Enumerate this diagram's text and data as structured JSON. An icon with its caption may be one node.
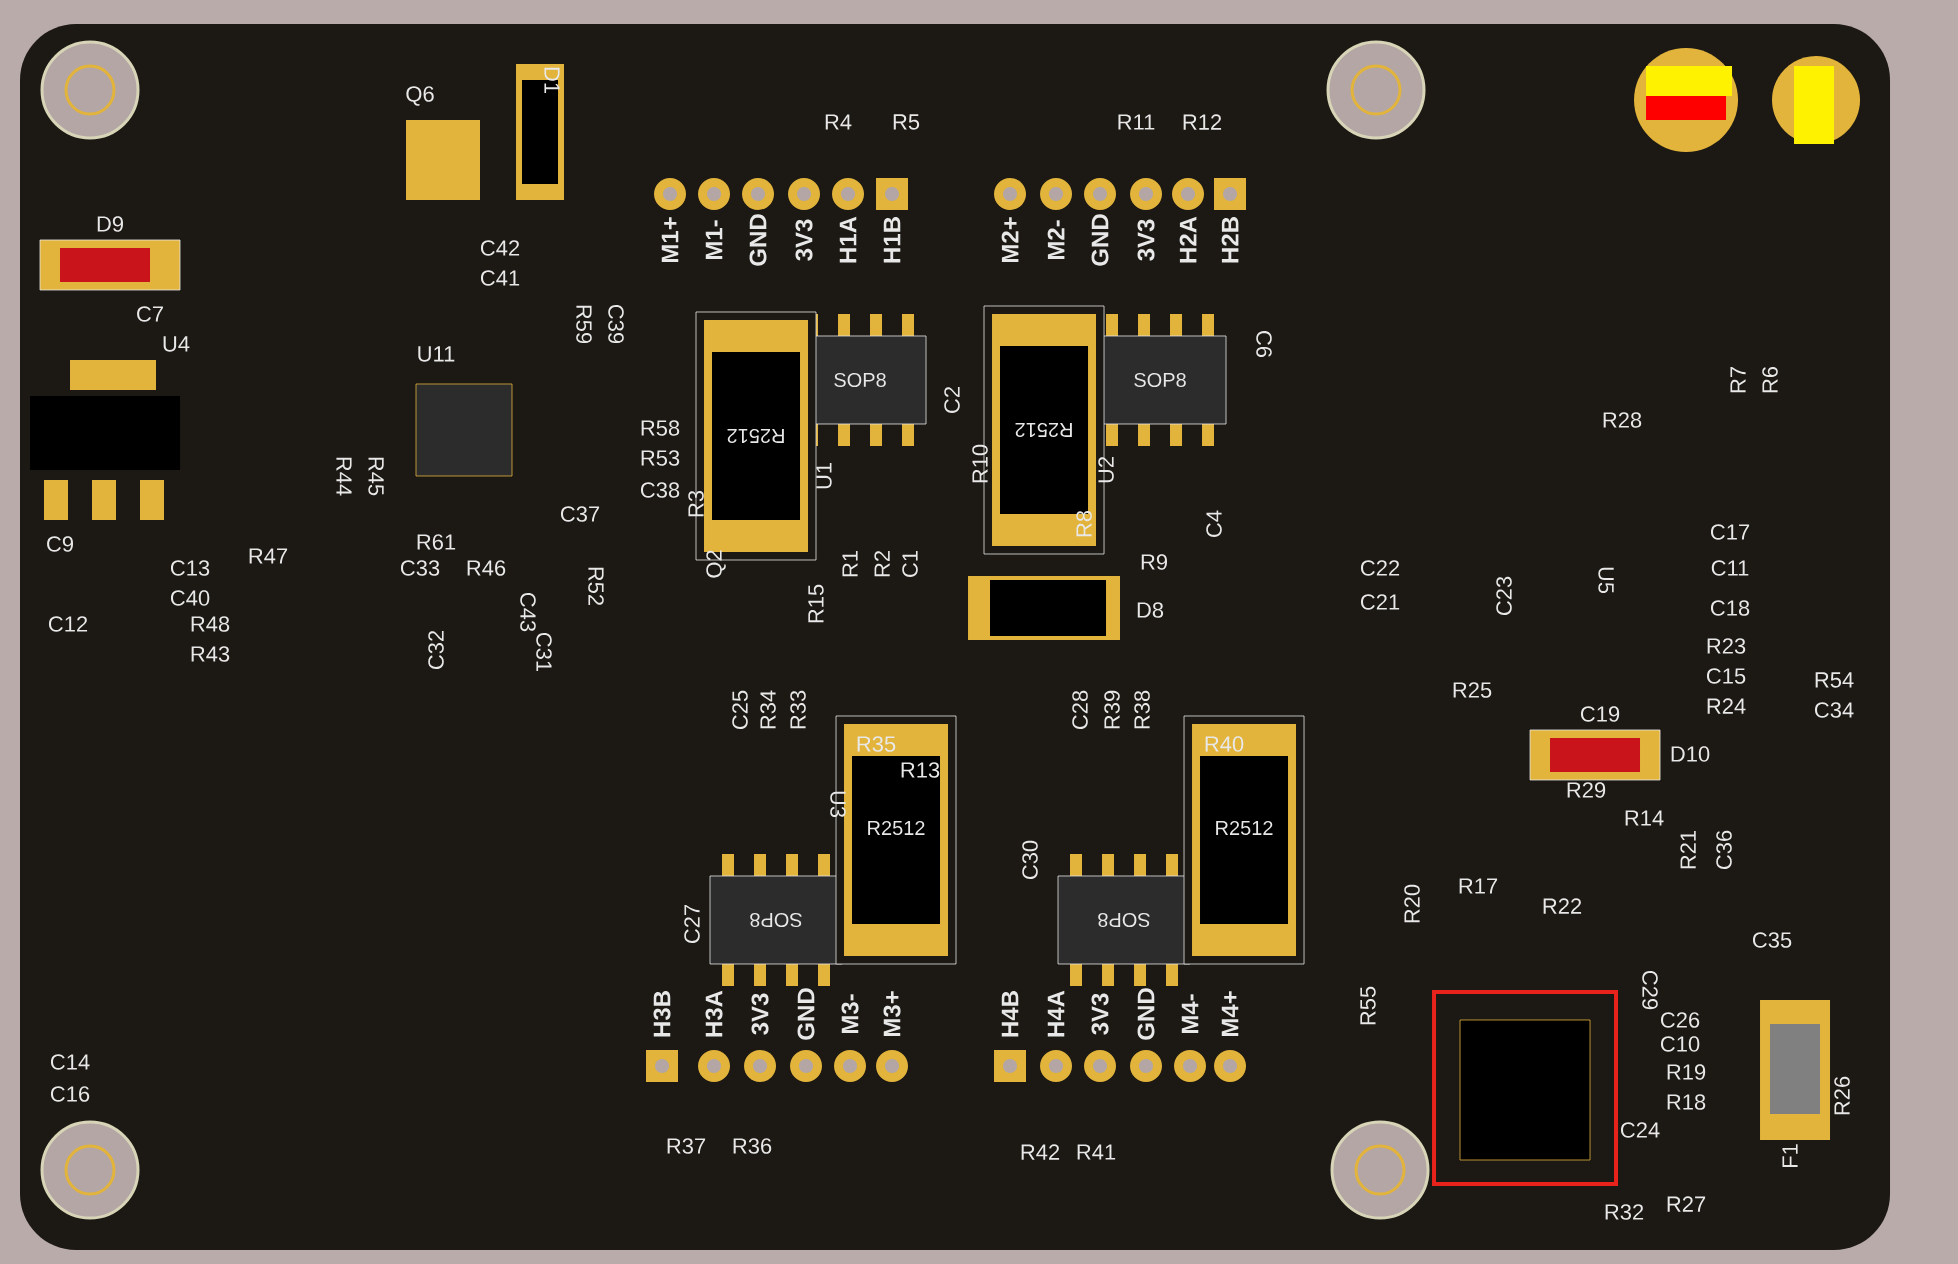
{
  "diagram": {
    "labels": [
      "Q6",
      "D1",
      "R4",
      "R5",
      "R11",
      "R12",
      "D9",
      "C42",
      "C41",
      "M1+",
      "M1-",
      "GND",
      "3V3",
      "H1A",
      "H1B",
      "M2+",
      "M2-",
      "GND",
      "3V3",
      "H2A",
      "H2B",
      "C7",
      "U4",
      "U11",
      "R59",
      "C39",
      "C6",
      "SOP8",
      "C2",
      "SOP8",
      "R7",
      "R6",
      "R58",
      "R2512",
      "R2512",
      "R28",
      "R44",
      "R45",
      "R53",
      "U1",
      "R10",
      "U2",
      "C37",
      "C38",
      "R3",
      "R8",
      "C4",
      "C17",
      "C9",
      "C13",
      "R47",
      "C33",
      "R61",
      "R46",
      "R52",
      "Q2",
      "R1",
      "R2",
      "C1",
      "R9",
      "C22",
      "C11",
      "C40",
      "C43",
      "R15",
      "D8",
      "C21",
      "C23",
      "U5",
      "C18",
      "C12",
      "R48",
      "R43",
      "C32",
      "C31",
      "R23",
      "R25",
      "C15",
      "R54",
      "C25",
      "R34",
      "R33",
      "C28",
      "R39",
      "R38",
      "C19",
      "R24",
      "C34",
      "R35",
      "R40",
      "D10",
      "U3",
      "R13",
      "R29",
      "R2512",
      "R2512",
      "R14",
      "C30",
      "R21",
      "C36",
      "R20",
      "R17",
      "R22",
      "C27",
      "SOP8",
      "SOP8",
      "C35",
      "H3B",
      "H3A",
      "3V3",
      "GND",
      "M3-",
      "M3+",
      "H4B",
      "H4A",
      "3V3",
      "GND",
      "M4-",
      "M4+",
      "R55",
      "C29",
      "C26",
      "C14",
      "C10",
      "R19",
      "C16",
      "R18",
      "R26",
      "R37",
      "R36",
      "R42",
      "R41",
      "C24",
      "F1",
      "R32",
      "R27"
    ]
  }
}
